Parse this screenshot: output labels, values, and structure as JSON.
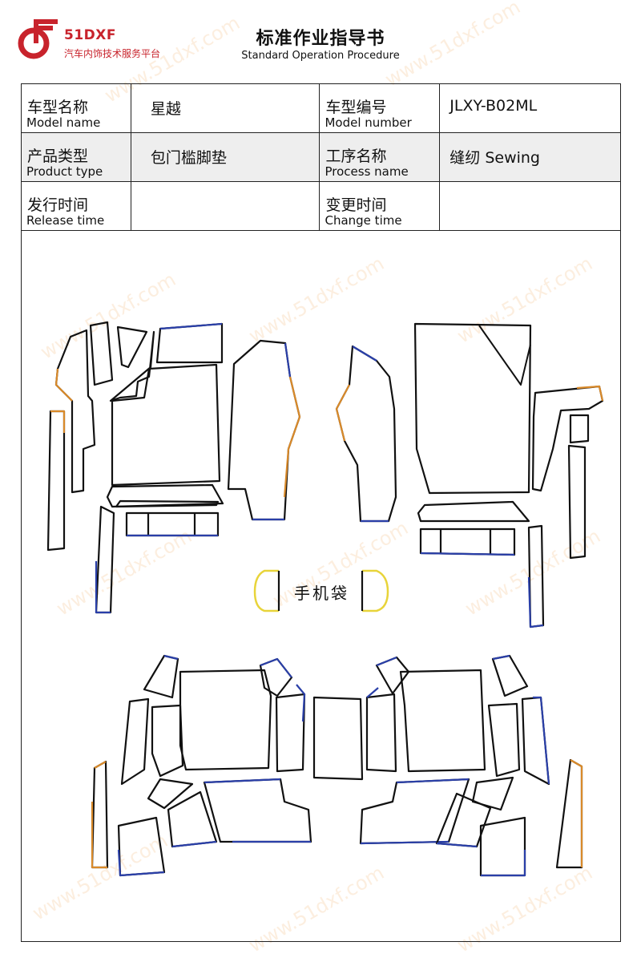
{
  "header": {
    "brand": "51DXF",
    "brand_sub": "汽车内饰技术服务平台",
    "title": "标准作业指导书",
    "subtitle": "Standard Operation Procedure"
  },
  "info": {
    "model_name": {
      "zh": "车型名称",
      "en": "Model name",
      "value": "星越"
    },
    "model_number": {
      "zh": "车型编号",
      "en": "Model number",
      "value": "JLXY-B02ML"
    },
    "product_type": {
      "zh": "产品类型",
      "en": "Product type",
      "value": "包门槛脚垫"
    },
    "process_name": {
      "zh": "工序名称",
      "en": "Process name",
      "value": "缝纫 Sewing"
    },
    "release_time": {
      "zh": "发行时间",
      "en": "Release time",
      "value": ""
    },
    "change_time": {
      "zh": "变更时间",
      "en": "Change time",
      "value": ""
    }
  },
  "drawing": {
    "pocket_label": "手机袋"
  },
  "watermark": "www.51dxf.com",
  "colors": {
    "brand_red": "#c8232c",
    "outline": "#111111",
    "edge_blue": "#2a3fa8",
    "edge_orange": "#d98a2a",
    "pocket_yellow": "#e8d43a"
  }
}
